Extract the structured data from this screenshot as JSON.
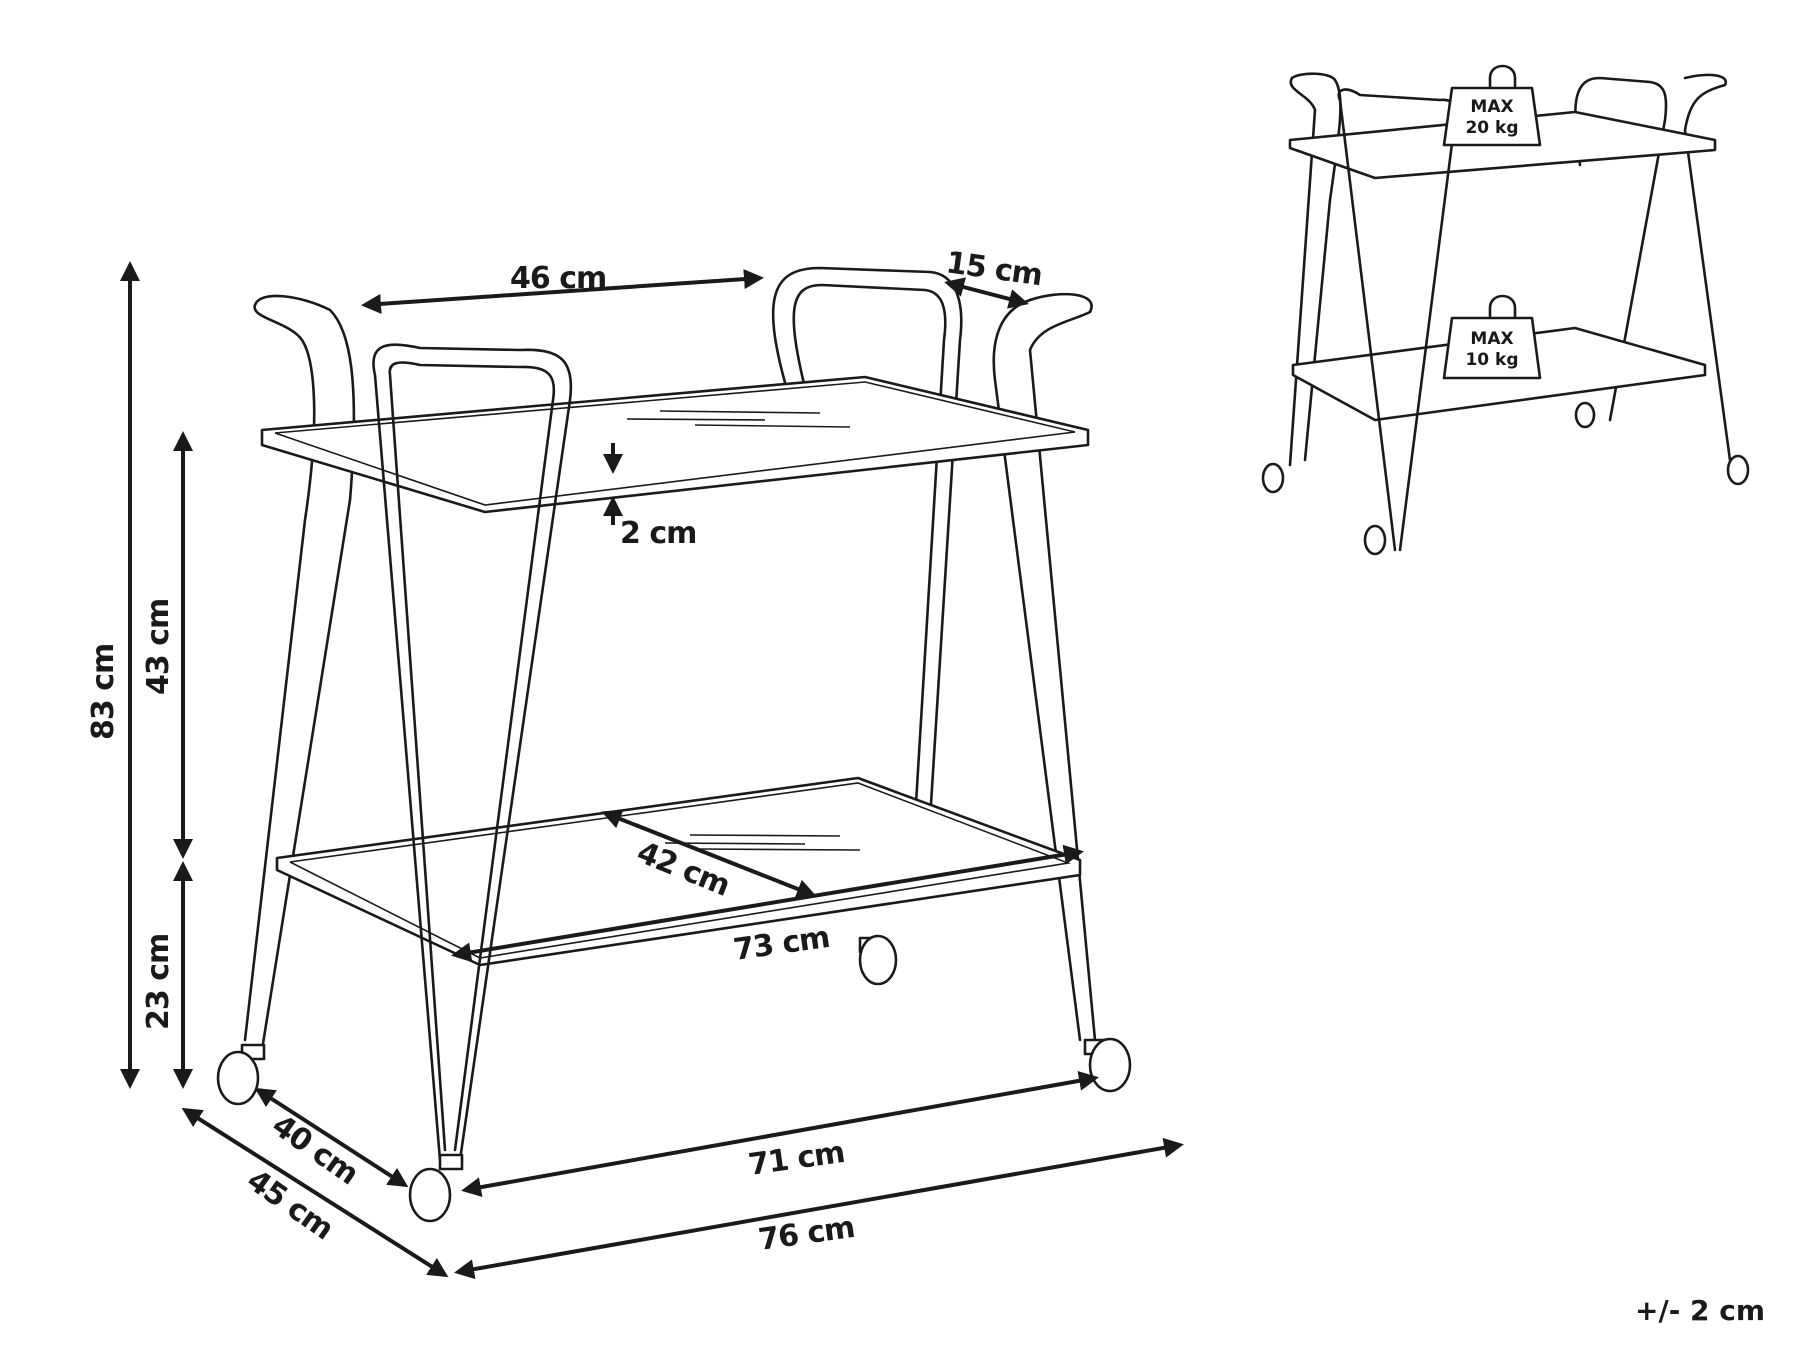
{
  "diagram": {
    "subject": "Two-tier serving trolley with hairpin legs and castor wheels",
    "main_view": {
      "dimensions": {
        "handle_inner_width": "46 cm",
        "handle_depth": "15 cm",
        "tray_rim_height": "2 cm",
        "total_height": "83 cm",
        "upper_shelf_gap": "43 cm",
        "lower_shelf_height": "23 cm",
        "shelf_depth": "42 cm",
        "shelf_width": "73 cm",
        "wheelbase_width": "71 cm",
        "overall_width": "76 cm",
        "wheelbase_depth": "40 cm",
        "overall_depth": "45 cm"
      }
    },
    "load_view": {
      "upper_weight": {
        "line1": "MAX",
        "line2": "20 kg"
      },
      "lower_weight": {
        "line1": "MAX",
        "line2": "10 kg"
      }
    },
    "tolerance": "+/- 2 cm"
  }
}
